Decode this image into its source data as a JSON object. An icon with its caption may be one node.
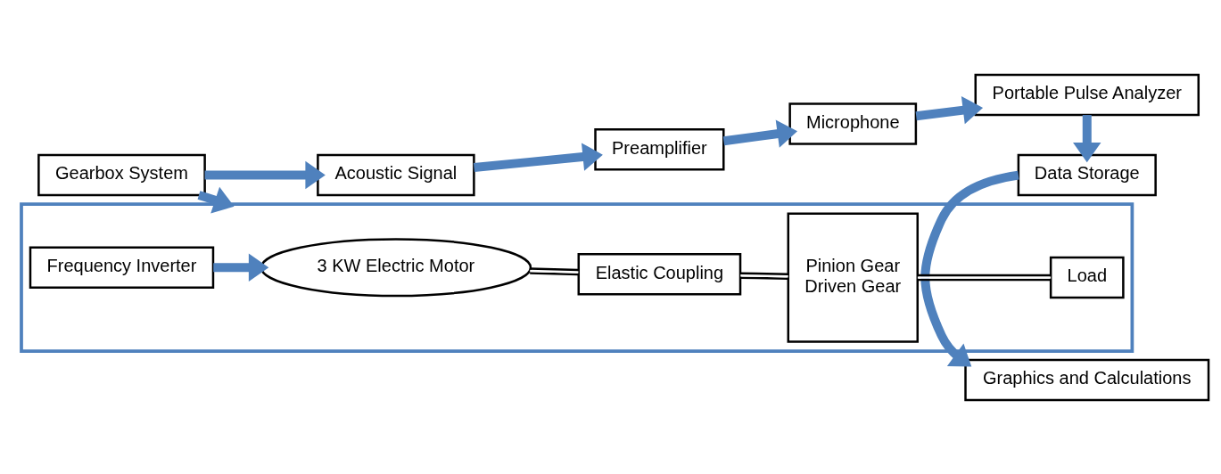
{
  "diagram": {
    "nodes": [
      {
        "text": [
          "Gearbox System"
        ]
      },
      {
        "text": [
          "Acoustic Signal"
        ]
      },
      {
        "text": [
          "Preamplifier"
        ]
      },
      {
        "text": [
          "Microphone"
        ]
      },
      {
        "text": [
          "Portable Pulse Analyzer"
        ]
      },
      {
        "text": [
          "Data Storage"
        ]
      },
      {
        "text": [
          "Graphics and Calculations"
        ]
      },
      {
        "text": [],
        "shape": "box"
      },
      {
        "text": [
          "3 KW Electric Motor"
        ],
        "in": 7
      },
      {
        "text": [
          "Elastic Coupling"
        ],
        "in": 7
      },
      {
        "text": [
          "Pinion Gear",
          "Driven Gear"
        ],
        "in": 7
      },
      {
        "text": [
          "Load"
        ],
        "in": 7
      },
      {
        "text": [
          "Frequency Inverter"
        ],
        "in": 7
      }
    ],
    "edges": [
      {
        "from": 0,
        "to": 1,
        "arrow": "to"
      },
      {
        "from": 1,
        "to": 2,
        "arrow": "to"
      },
      {
        "from": 2,
        "to": 3,
        "arrow": "to"
      },
      {
        "from": 3,
        "to": 4,
        "arrow": "to"
      },
      {
        "from": 4,
        "to": 5,
        "arrow": "to"
      },
      {
        "from": 5,
        "to": 6,
        "arrow": "to"
      },
      {
        "from": 0,
        "to": 7,
        "arrow": "to"
      },
      {
        "from": 12,
        "to": 8,
        "arrow": "to"
      },
      {
        "from": 8,
        "to": 9,
        "arrow": "none",
        "color": "#000000"
      },
      {
        "from": 9,
        "to": 10,
        "arrow": "none",
        "color": "#000000"
      },
      {
        "from": 10,
        "to": 11,
        "arrow": "none",
        "color": "#000000"
      }
    ]
  }
}
